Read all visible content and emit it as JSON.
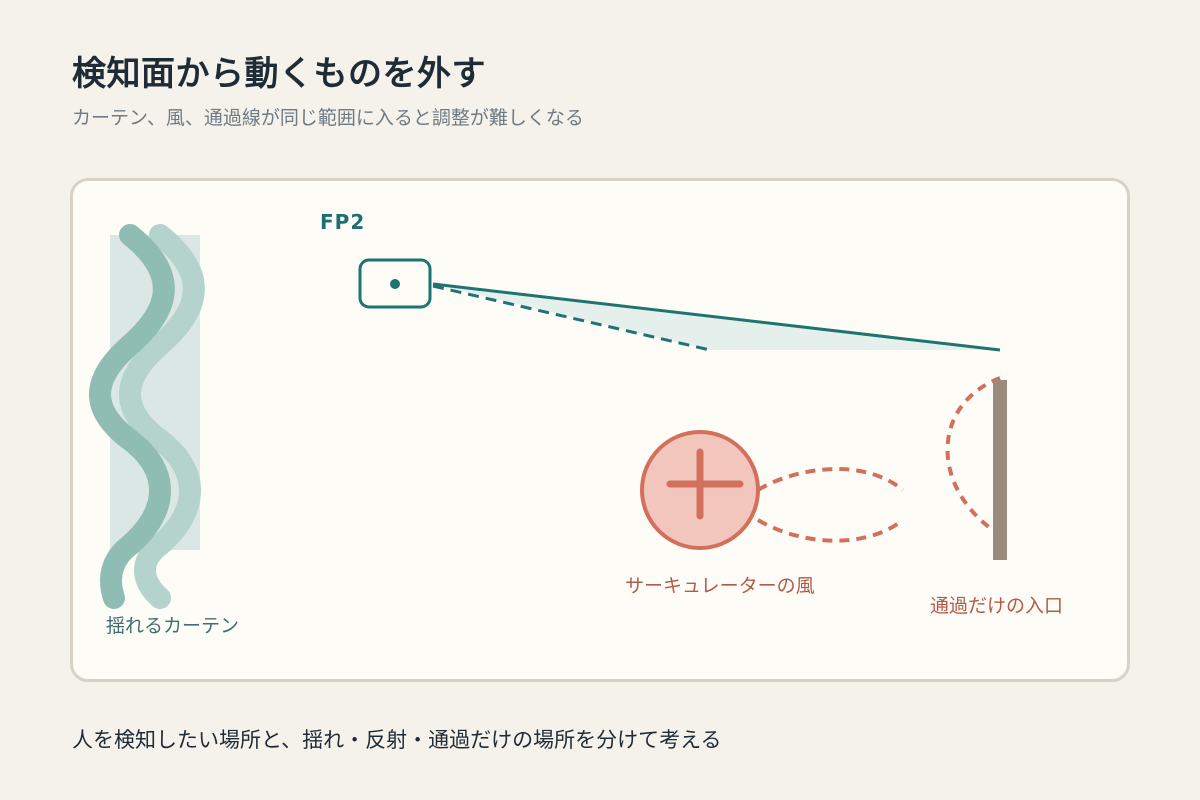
{
  "header": {
    "title": "検知面から動くものを外す",
    "subtitle": "カーテン、風、通過線が同じ範囲に入ると調整が難しくなる"
  },
  "diagram": {
    "sensor_label": "FP2",
    "curtain_label": "揺れるカーテン",
    "fan_label": "サーキュレーターの風",
    "door_label": "通過だけの入口"
  },
  "footer": {
    "caption": "人を検知したい場所と、揺れ・反射・通過だけの場所を分けて考える"
  },
  "colors": {
    "background": "#f5f2eb",
    "panel": "#fdfcf7",
    "teal": "#1f7370",
    "curtain": "#8fbcb3",
    "coral": "#d2705c",
    "door": "#9b8b7c"
  }
}
